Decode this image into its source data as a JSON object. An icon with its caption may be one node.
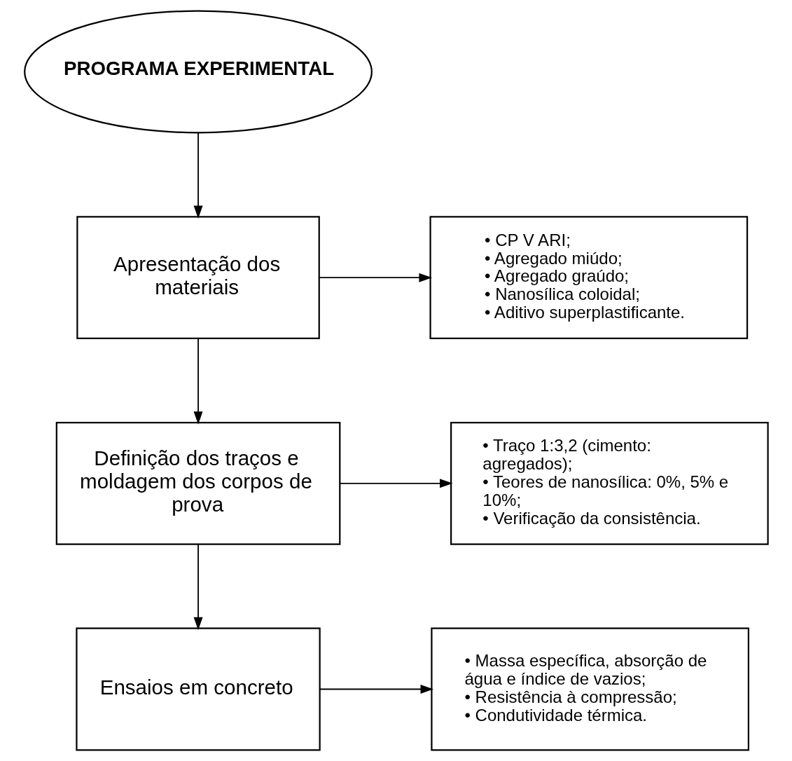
{
  "diagram": {
    "nodes": [
      {
        "text": [
          "PROGRAMA EXPERIMENTAL"
        ]
      },
      {
        "text": [
          "Apresentação dos materiais"
        ]
      },
      {
        "text": [
          "• CP V ARI;",
          "• Agregado miúdo;",
          "• Agregado graúdo;",
          "• Nanosílica coloidal;",
          "• Aditivo superplastificante."
        ]
      },
      {
        "text": [
          "Definição dos traços e moldagem dos corpos de prova"
        ]
      },
      {
        "text": [
          "• Traço 1:3,2 (cimento: agregados);",
          "• Teores de nanosílica: 0%, 5% e 10%;",
          "• Verificação da consistência."
        ]
      },
      {
        "text": [
          "Ensaios em concreto"
        ]
      },
      {
        "text": [
          "• Massa específica, absorção de água e índice de vazios;",
          "• Resistência à compressão;",
          "• Condutividade térmica."
        ]
      }
    ],
    "edges": [
      {
        "from": 0,
        "to": 1,
        "arrow": "to"
      },
      {
        "from": 1,
        "to": 2,
        "arrow": "to"
      },
      {
        "from": 1,
        "to": 3,
        "arrow": "to"
      },
      {
        "from": 3,
        "to": 4,
        "arrow": "to"
      },
      {
        "from": 3,
        "to": 5,
        "arrow": "to"
      },
      {
        "from": 5,
        "to": 6,
        "arrow": "to"
      }
    ]
  }
}
